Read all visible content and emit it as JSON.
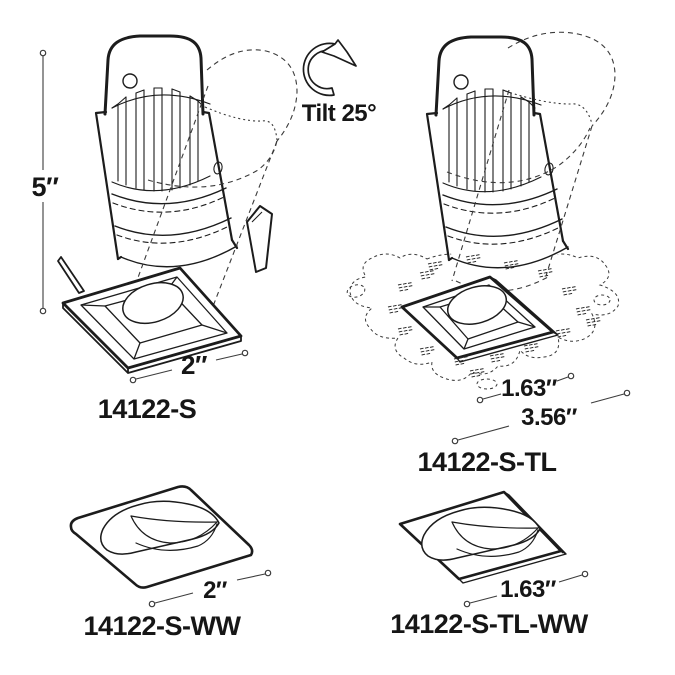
{
  "colors": {
    "line": "#1c1c1c",
    "background": "#ffffff",
    "dim_line": "#4a4a4a"
  },
  "tilt": {
    "label": "Tilt 25°",
    "icon": "rotation-arrow"
  },
  "products": [
    {
      "model": "14122-S",
      "height": "5″",
      "width": "2″"
    },
    {
      "model": "14122-S-TL",
      "width": "1.63″",
      "cutout": "3.56″"
    },
    {
      "model": "14122-S-WW",
      "width": "2″"
    },
    {
      "model": "14122-S-TL-WW",
      "width": "1.63″"
    }
  ]
}
